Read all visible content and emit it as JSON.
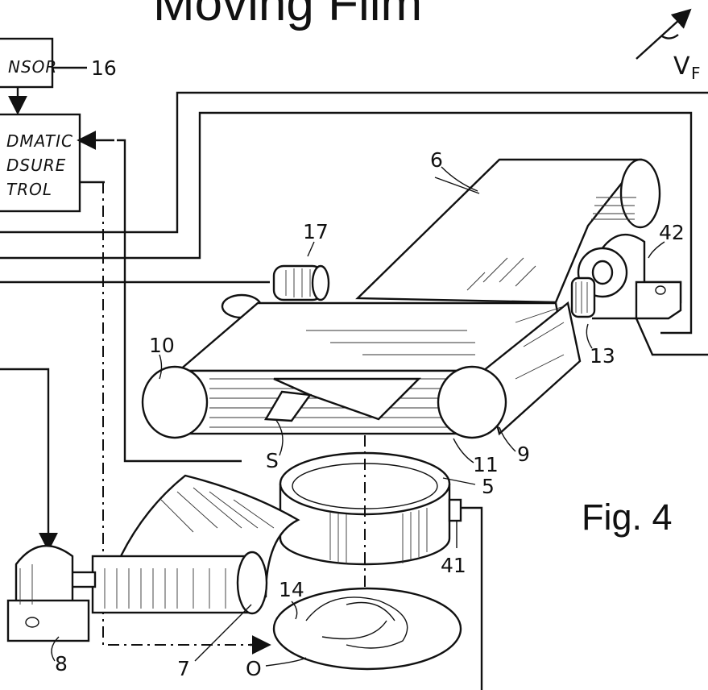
{
  "title": "Moving Film",
  "figure_label": "Fig. 4",
  "velocity_label": {
    "v": "V",
    "sub": "F"
  },
  "blocks": {
    "sensor": "NSOR",
    "control_lines": [
      "DMATIC",
      "DSURE",
      "TROL"
    ]
  },
  "part_labels": {
    "l16": "16",
    "l6": "6",
    "l17": "17",
    "l42": "42",
    "l10": "10",
    "l13": "13",
    "lS": "S",
    "l11": "11",
    "l9": "9",
    "l5": "5",
    "l41": "41",
    "l14": "14",
    "l8": "8",
    "l7": "7",
    "lO": "O"
  }
}
